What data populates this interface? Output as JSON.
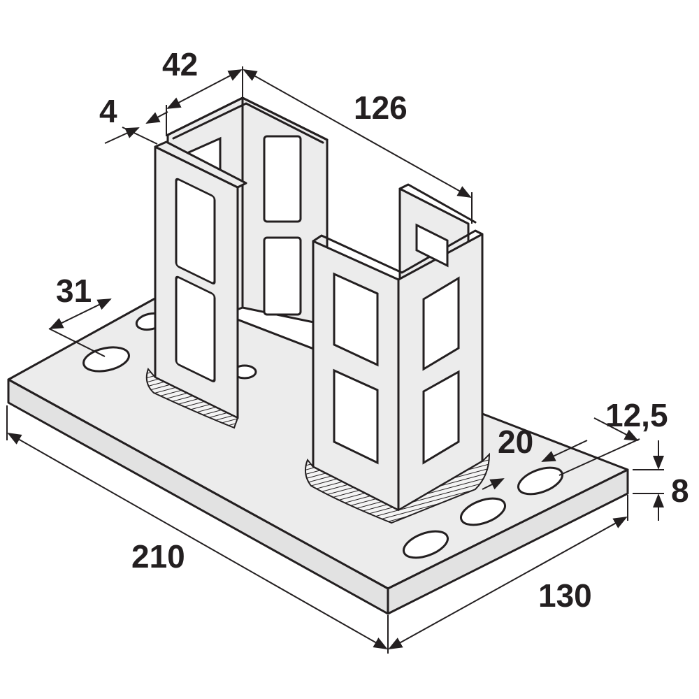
{
  "dimensions": {
    "length": "210",
    "width": "130",
    "thickness": "8",
    "hole_edge_offset": "12,5",
    "hole_width": "20",
    "hole_offset": "31",
    "profile_width": "42",
    "profile_spacing": "126",
    "wall_thickness": "4"
  },
  "colors": {
    "line": "#231f20",
    "surface": "#ececec",
    "background": "#ffffff"
  }
}
